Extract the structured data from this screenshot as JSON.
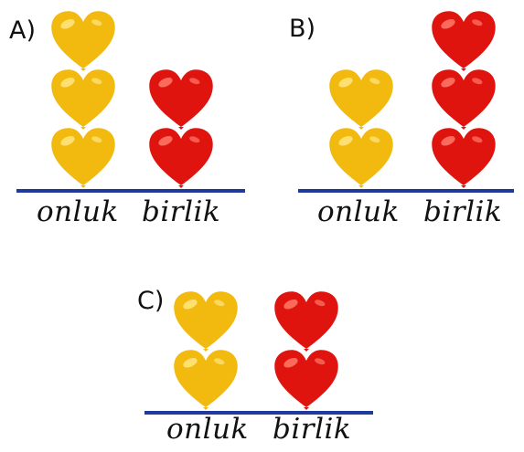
{
  "options": [
    {
      "label": "A)",
      "tens": 3,
      "ones": 2,
      "tens_label": "onluk",
      "ones_label": "birlik"
    },
    {
      "label": "B)",
      "tens": 2,
      "ones": 3,
      "tens_label": "onluk",
      "ones_label": "birlik"
    },
    {
      "label": "C)",
      "tens": 2,
      "ones": 2,
      "tens_label": "onluk",
      "ones_label": "birlik"
    }
  ],
  "colors": {
    "tens_balloon": "#f2b90f",
    "tens_highlight": "#ffe680",
    "ones_balloon": "#e0140f",
    "ones_highlight": "#ff7a6a",
    "baseline": "#1f3a9a"
  }
}
